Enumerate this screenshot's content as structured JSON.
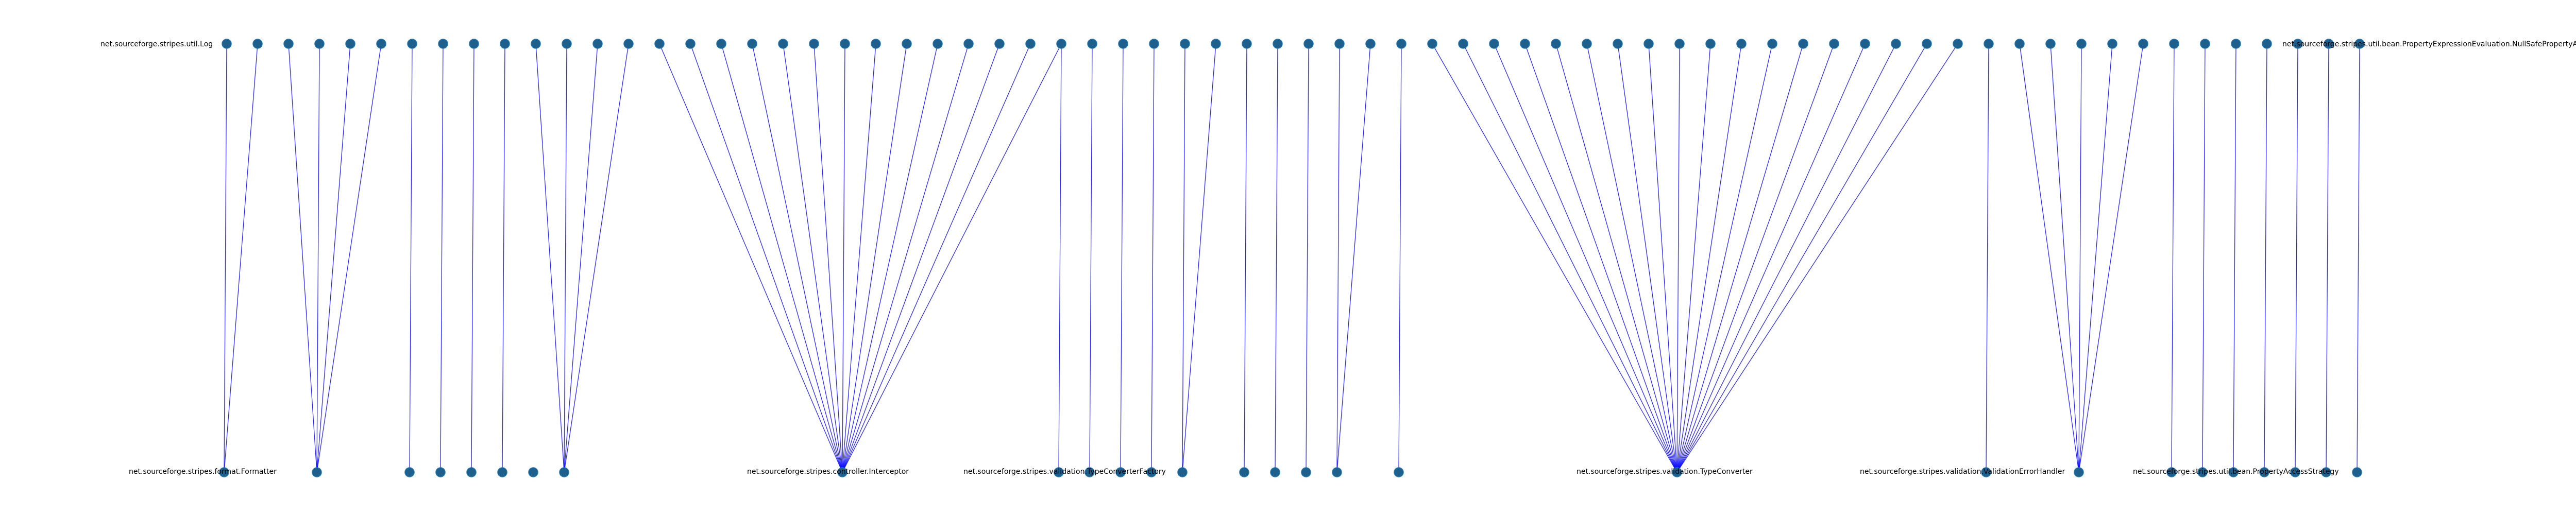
{
  "colors": {
    "edge": "#0000ff",
    "node": "#1f5f8b",
    "label": "#000000",
    "background": "#ffffff"
  },
  "labels": {
    "top_left": "net.sourceforge.stripes.util.Log",
    "top_right": "net.sourceforge.stripes.util.bean.PropertyExpressionEvaluation.NullSafePropertyAccessStrategy",
    "bottom_1": "net.sourceforge.stripes.format.Formatter",
    "bottom_2": "net.sourceforge.stripes.controller.Interceptor",
    "bottom_3": "net.sourceforge.stripes.validation.TypeConverterFactory",
    "bottom_4": "net.sourceforge.stripes.validation.TypeConverter",
    "bottom_5": "net.sourceforge.stripes.validation.ValidationErrorHandler",
    "bottom_6": "net.sourceforge.stripes.util.bean.PropertyAccessStrategy"
  }
}
